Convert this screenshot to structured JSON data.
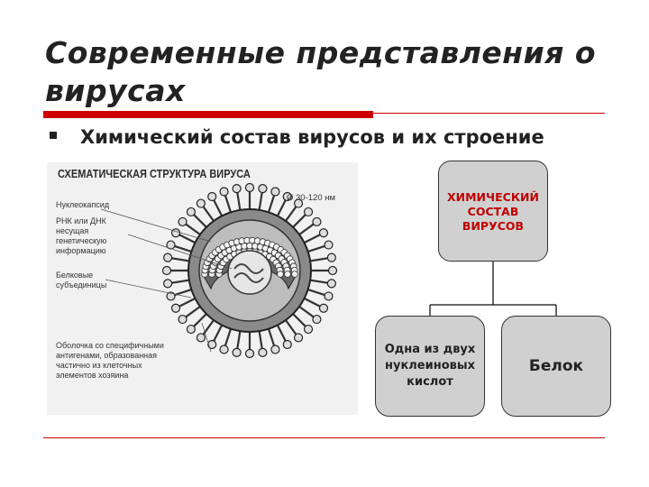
{
  "slide": {
    "title": "Современные представления о вирусах",
    "subtitle": "Химический состав вирусов и их строение"
  },
  "figure": {
    "title": "СХЕМАТИЧЕСКАЯ СТРУКТУРА ВИРУСА",
    "size": "Ø 30-120 нм",
    "labels": [
      "Нуклеокапсид",
      "РНК или ДНК\nнесущая\nгенетическую\nинформацию",
      "Белковые\nсубъединицы",
      "Оболочка со специфичными\nантигенами, образованная\nчастично из клеточных\nэлементов хозяина"
    ]
  },
  "diagram": {
    "root": "ХИМИЧЕСКИЙ\nСОСТАВ\nВИРУСОВ",
    "children": [
      "Одна из двух\nнуклеиновых\nкислот",
      "Белок"
    ]
  },
  "colors": {
    "accent": "#cc0000",
    "box_fill": "#d0d0d0",
    "root_text": "#c00000"
  }
}
